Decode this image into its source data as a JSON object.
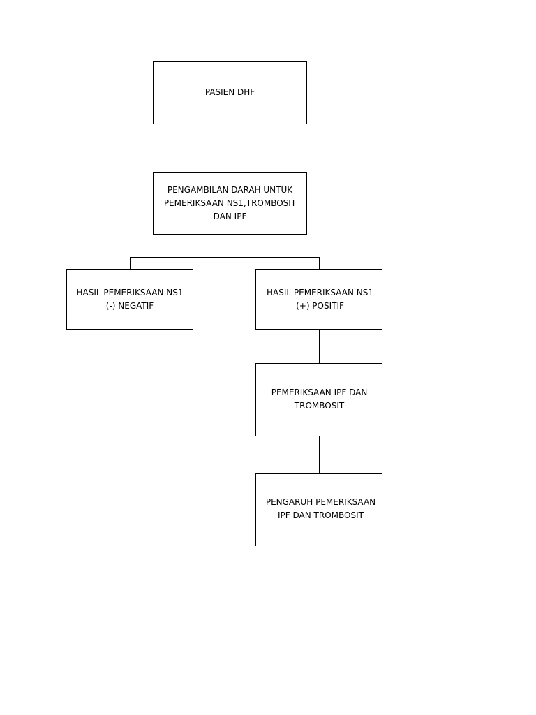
{
  "nodes": {
    "root": "PASIEN DHF",
    "sampling": "PENGAMBILAN DARAH UNTUK PEMERIKSAAN NS1,TROMBOSIT DAN IPF",
    "negative": "HASIL PEMERIKSAAN NS1 (-) NEGATIF",
    "positive": "HASIL PEMERIKSAAN NS1 (+) POSITIF",
    "exam": "PEMERIKSAAN IPF DAN TROMBOSIT",
    "effect": "PENGARUH PEMERIKSAAN IPF DAN TROMBOSIT"
  }
}
